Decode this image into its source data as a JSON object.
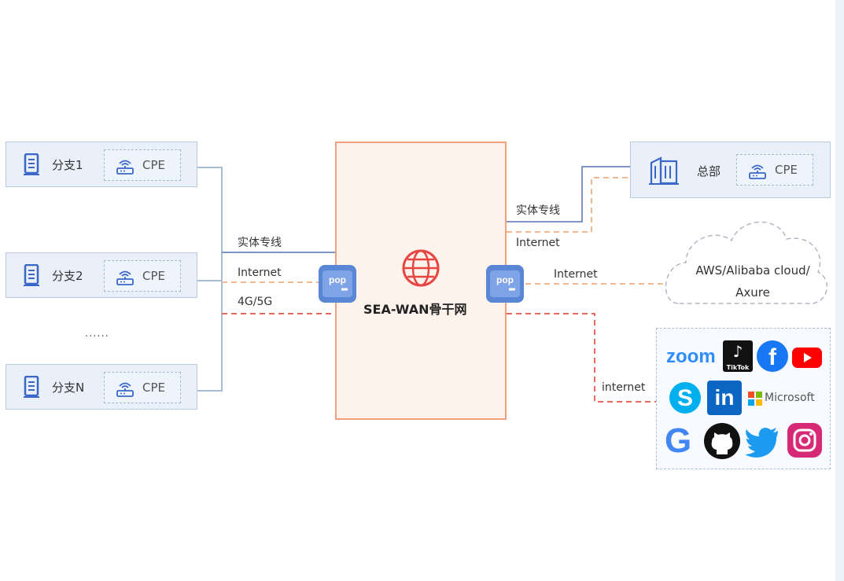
{
  "branches": [
    {
      "name": "分支1",
      "cpe": "CPE"
    },
    {
      "name": "分支2",
      "cpe": "CPE"
    },
    {
      "name": "分支N",
      "cpe": "CPE"
    }
  ],
  "ellipsis": "......",
  "hq": {
    "name": "总部",
    "cpe": "CPE"
  },
  "core": {
    "title": "SEA-WAN骨干网",
    "pop_label": "pop"
  },
  "links_left": {
    "dedicated": "实体专线",
    "internet": "Internet",
    "mobile": "4G/5G"
  },
  "links_right": {
    "dedicated": "实体专线",
    "internet_hq": "Internet",
    "internet_cloud": "Internet",
    "internet_apps": "internet"
  },
  "cloud": {
    "line1": "AWS/Alibaba cloud/",
    "line2": "Axure"
  },
  "apps": {
    "zoom": "zoom",
    "tiktok": "TikTok",
    "microsoft": "Microsoft"
  },
  "colors": {
    "dedicated": "#7a95c6",
    "internet": "#f1b890",
    "mobile": "#e8675f",
    "core_border": "#f0a07a",
    "node_fill": "#e9f0f9",
    "icon_blue": "#3a67c8"
  }
}
